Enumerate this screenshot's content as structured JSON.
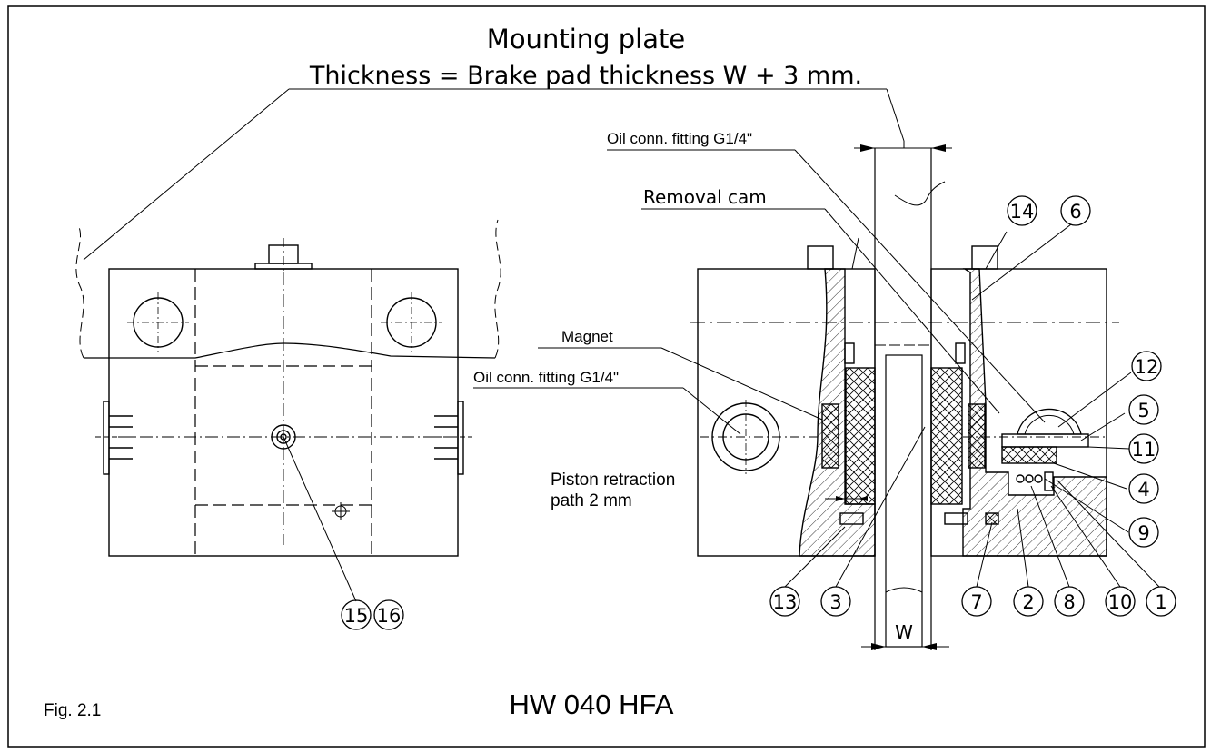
{
  "title_main": "Mounting plate",
  "title_sub": "Thickness = Brake pad thickness W + 3 mm.",
  "labels": {
    "oil_fitting_top": "Oil conn. fitting G1/4\"",
    "removal_cam": "Removal cam",
    "magnet": "Magnet",
    "oil_fitting_left": "Oil conn. fitting G1/4\"",
    "piston_line1": "Piston retraction",
    "piston_line2": "path 2 mm",
    "width_w": "W"
  },
  "balloons": [
    "14",
    "6",
    "12",
    "5",
    "11",
    "4",
    "9",
    "13",
    "3",
    "7",
    "2",
    "8",
    "10",
    "1",
    "15",
    "16"
  ],
  "caption_fig": "Fig. 2.1",
  "caption_model": "HW 040 HFA"
}
